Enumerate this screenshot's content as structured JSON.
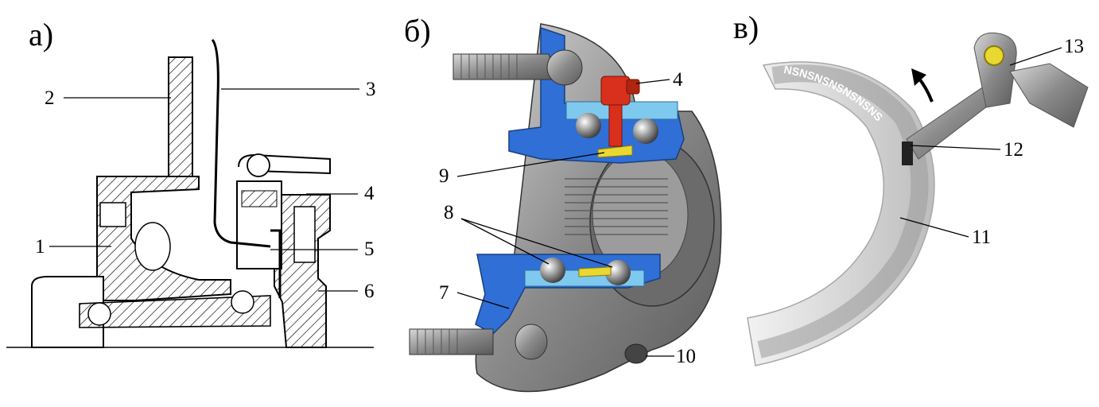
{
  "panels": {
    "a": {
      "label": "а)"
    },
    "b": {
      "label": "б)"
    },
    "c": {
      "label": "в)"
    }
  },
  "callouts": {
    "a": {
      "n1": "1",
      "n2": "2",
      "n3": "3",
      "n4": "4",
      "n5": "5",
      "n6": "6"
    },
    "b": {
      "n4": "4",
      "n7": "7",
      "n8": "8",
      "n9": "9",
      "n10": "10"
    },
    "c": {
      "n11": "11",
      "n12": "12",
      "n13": "13"
    }
  },
  "encoder_ring": {
    "pole_text": "NSNSNSNSNSNSNS"
  },
  "colors": {
    "housing_blue": "#2f6fd6",
    "seal_light_blue": "#7fc8ee",
    "sensor_red": "#d8301c",
    "metal_gray": "#9a9a9a",
    "ring_gray": "#d9d9d9",
    "magnet_yellow": "#e8d830"
  }
}
